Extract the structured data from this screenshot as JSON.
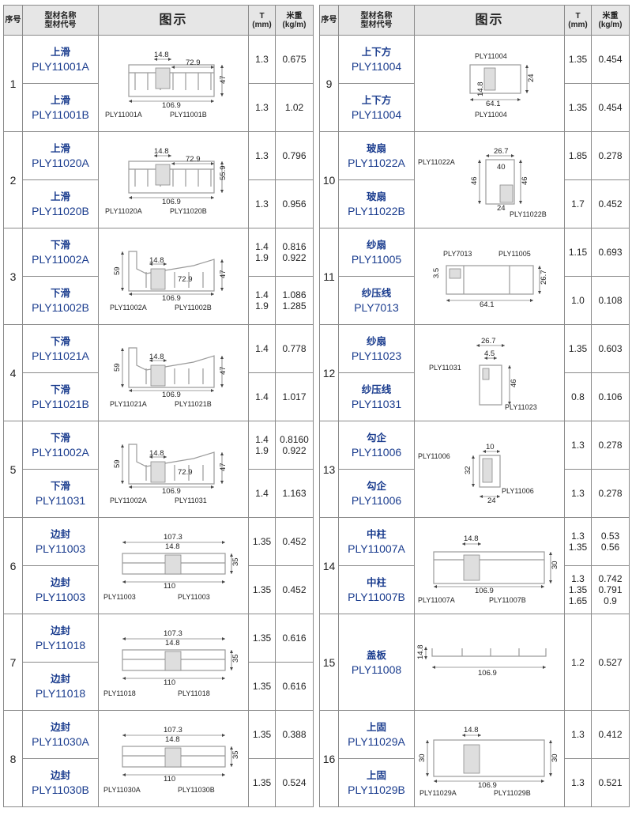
{
  "headers": {
    "seq": "序号",
    "name_line1": "型材名称",
    "name_line2": "型材代号",
    "picture": "图示",
    "thickness": "T",
    "thickness_unit": "(mm)",
    "weight": "米重",
    "weight_unit": "(kg/m)"
  },
  "left_groups": [
    {
      "seq": "1",
      "pic": {
        "type": "slide",
        "w": "106.9",
        "h": "47",
        "inner": "72.9",
        "center": "14.8",
        "labels": [
          "PLY11001A",
          "PLY11001B"
        ]
      },
      "rows": [
        {
          "name": "上滑",
          "code": "PLY11001A",
          "t": "1.3",
          "w": "0.675"
        },
        {
          "name": "上滑",
          "code": "PLY11001B",
          "t": "1.3",
          "w": "1.02"
        }
      ]
    },
    {
      "seq": "2",
      "pic": {
        "type": "slide",
        "w": "106.9",
        "h": "55.9",
        "inner": "72.9",
        "center": "14.8",
        "labels": [
          "PLY11020A",
          "PLY11020B"
        ]
      },
      "rows": [
        {
          "name": "上滑",
          "code": "PLY11020A",
          "t": "1.3",
          "w": "0.796"
        },
        {
          "name": "上滑",
          "code": "PLY11020B",
          "t": "1.3",
          "w": "0.956"
        }
      ]
    },
    {
      "seq": "3",
      "pic": {
        "type": "sill",
        "w": "106.9",
        "h": "47",
        "hl": "59",
        "inner": "72.9",
        "center": "14.8",
        "labels": [
          "PLY11002A",
          "PLY11002B"
        ]
      },
      "rows": [
        {
          "name": "下滑",
          "code": "PLY11002A",
          "t": "1.4\n1.9",
          "w": "0.816\n0.922"
        },
        {
          "name": "下滑",
          "code": "PLY11002B",
          "t": "1.4\n1.9",
          "w": "1.086\n1.285"
        }
      ]
    },
    {
      "seq": "4",
      "pic": {
        "type": "sill",
        "w": "106.9",
        "h": "47",
        "hl": "59",
        "inner": "",
        "center": "14.8",
        "labels": [
          "PLY11021A",
          "PLY11021B"
        ]
      },
      "rows": [
        {
          "name": "下滑",
          "code": "PLY11021A",
          "t": "1.4",
          "w": "0.778"
        },
        {
          "name": "下滑",
          "code": "PLY11021B",
          "t": "1.4",
          "w": "1.017"
        }
      ]
    },
    {
      "seq": "5",
      "pic": {
        "type": "sill",
        "w": "106.9",
        "h": "47",
        "hl": "59",
        "inner": "72.9",
        "center": "14.8",
        "labels": [
          "PLY11002A",
          "PLY11031"
        ]
      },
      "rows": [
        {
          "name": "下滑",
          "code": "PLY11002A",
          "t": "1.4\n1.9",
          "w": "0.8160\n0.922"
        },
        {
          "name": "下滑",
          "code": "PLY11031",
          "t": "1.4",
          "w": "1.163"
        }
      ]
    },
    {
      "seq": "6",
      "pic": {
        "type": "edge",
        "top": "107.3",
        "w": "110",
        "h": "35",
        "center": "14.8",
        "labels": [
          "PLY11003",
          "PLY11003"
        ]
      },
      "rows": [
        {
          "name": "边封",
          "code": "PLY11003",
          "t": "1.35",
          "w": "0.452"
        },
        {
          "name": "边封",
          "code": "PLY11003",
          "t": "1.35",
          "w": "0.452"
        }
      ]
    },
    {
      "seq": "7",
      "pic": {
        "type": "edge",
        "top": "107.3",
        "w": "110",
        "h": "35",
        "center": "14.8",
        "labels": [
          "PLY11018",
          "PLY11018"
        ]
      },
      "rows": [
        {
          "name": "边封",
          "code": "PLY11018",
          "t": "1.35",
          "w": "0.616"
        },
        {
          "name": "边封",
          "code": "PLY11018",
          "t": "1.35",
          "w": "0.616"
        }
      ]
    },
    {
      "seq": "8",
      "pic": {
        "type": "edge",
        "top": "107.3",
        "w": "110",
        "h": "35",
        "center": "14.8",
        "labels": [
          "PLY11030A",
          "PLY11030B"
        ]
      },
      "rows": [
        {
          "name": "边封",
          "code": "PLY11030A",
          "t": "1.35",
          "w": "0.388"
        },
        {
          "name": "边封",
          "code": "PLY11030B",
          "t": "1.35",
          "w": "0.524"
        }
      ]
    }
  ],
  "right_groups": [
    {
      "seq": "9",
      "pic": {
        "type": "box",
        "w": "64.1",
        "h": "24",
        "inner": "14.8",
        "top_label": "PLY11004",
        "bottom_label": "PLY11004"
      },
      "rows": [
        {
          "name": "上下方",
          "code": "PLY11004",
          "t": "1.35",
          "w": "0.454"
        },
        {
          "name": "上下方",
          "code": "PLY11004",
          "t": "1.35",
          "w": "0.454"
        }
      ]
    },
    {
      "seq": "10",
      "pic": {
        "type": "sash",
        "top": "26.7",
        "mid": "40",
        "h": "46",
        "h2": "46",
        "bottom": "24",
        "label_a": "PLY11022A",
        "label_b": "PLY11022B"
      },
      "rows": [
        {
          "name": "玻扇",
          "code": "PLY11022A",
          "t": "1.85",
          "w": "0.278"
        },
        {
          "name": "玻扇",
          "code": "PLY11022B",
          "t": "1.7",
          "w": "0.452"
        }
      ]
    },
    {
      "seq": "11",
      "pic": {
        "type": "screen",
        "w": "64.1",
        "h": "26.7",
        "left": "3.5",
        "label_a": "PLY7013",
        "label_b": "PLY11005"
      },
      "rows": [
        {
          "name": "纱扇",
          "code": "PLY11005",
          "t": "1.15",
          "w": "0.693"
        },
        {
          "name": "纱压线",
          "code": "PLY7013",
          "t": "1.0",
          "w": "0.108"
        }
      ]
    },
    {
      "seq": "12",
      "pic": {
        "type": "screen_v",
        "top": "26.7",
        "inner": "4.5",
        "h": "46",
        "label_a": "PLY11031",
        "label_b": "PLY11023"
      },
      "rows": [
        {
          "name": "纱扇",
          "code": "PLY11023",
          "t": "1.35",
          "w": "0.603"
        },
        {
          "name": "纱压线",
          "code": "PLY11031",
          "t": "0.8",
          "w": "0.106"
        }
      ]
    },
    {
      "seq": "13",
      "pic": {
        "type": "hook",
        "top": "10",
        "h": "32",
        "bottom": "24",
        "label_a": "PLY11006",
        "label_b": "PLY11006"
      },
      "rows": [
        {
          "name": "勾企",
          "code": "PLY11006",
          "t": "1.3",
          "w": "0.278"
        },
        {
          "name": "勾企",
          "code": "PLY11006",
          "t": "1.3",
          "w": "0.278"
        }
      ]
    },
    {
      "seq": "14",
      "pic": {
        "type": "mullion",
        "w": "106.9",
        "h": "30",
        "center": "14.8",
        "labels": [
          "PLY11007A",
          "PLY11007B"
        ]
      },
      "rows": [
        {
          "name": "中柱",
          "code": "PLY11007A",
          "t": "1.3\n1.35",
          "w": "0.53\n0.56"
        },
        {
          "name": "中柱",
          "code": "PLY11007B",
          "t": "1.3\n1.35\n1.65",
          "w": "0.742\n0.791\n0.9"
        }
      ]
    },
    {
      "seq": "15",
      "pic": {
        "type": "cover",
        "w": "106.9",
        "h": "14.8"
      },
      "rows": [
        {
          "name": "盖板",
          "code": "PLY11008",
          "t": "1.2",
          "w": "0.527"
        }
      ]
    },
    {
      "seq": "16",
      "pic": {
        "type": "fixed",
        "w": "106.9",
        "h": "30",
        "center": "14.8",
        "labels": [
          "PLY11029A",
          "PLY11029B"
        ]
      },
      "rows": [
        {
          "name": "上固",
          "code": "PLY11029A",
          "t": "1.3",
          "w": "0.412"
        },
        {
          "name": "上固",
          "code": "PLY11029B",
          "t": "1.3",
          "w": "0.521"
        }
      ]
    }
  ]
}
